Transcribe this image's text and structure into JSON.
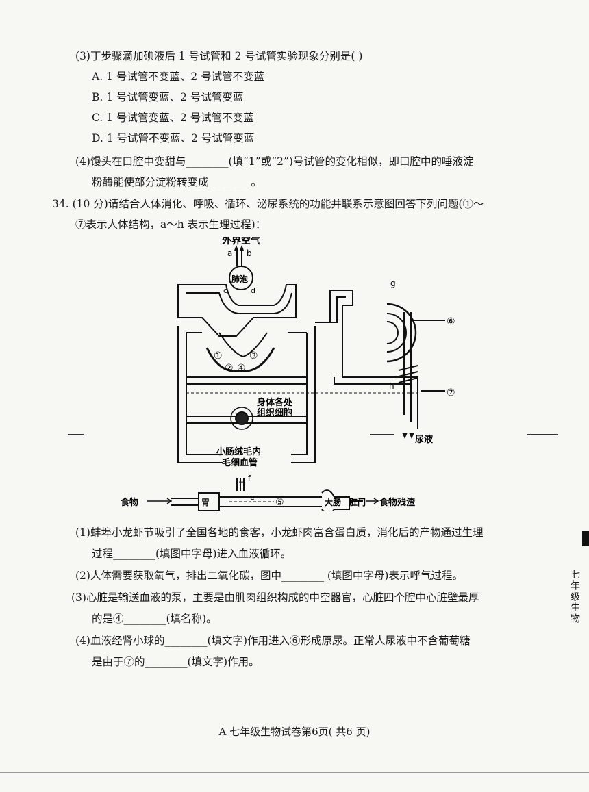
{
  "q3": {
    "stem": "(3)丁步骤滴加碘液后 1 号试管和 2 号试管实验现象分别是(      )",
    "optA": "A. 1 号试管不变蓝、2 号试管不变蓝",
    "optB": "B. 1 号试管变蓝、2 号试管变蓝",
    "optC": "C. 1 号试管变蓝、2 号试管不变蓝",
    "optD": "D. 1 号试管不变蓝、2 号试管变蓝"
  },
  "q4": {
    "line1": "(4)馒头在口腔中变甜与________(填“1”或“2”)号试管的变化相似，即口腔中的唾液淀",
    "line2": "粉酶能使部分淀粉转变成________。"
  },
  "q34": {
    "line1": "34. (10 分)请结合人体消化、呼吸、循环、泌尿系统的功能并联系示意图回答下列问题(①～",
    "line2": "⑦表示人体结构，a～h 表示生理过程)："
  },
  "diagram": {
    "outside_air": "外界空气",
    "alveoli": "肺泡",
    "tissue_cells_1": "身体各处",
    "tissue_cells_2": "组织细胞",
    "villi_1": "小肠绒毛内",
    "villi_2": "毛细血管",
    "food": "食物",
    "stomach": "胃",
    "large_intestine": "大肠",
    "anus": "肛门",
    "residue": "食物残渣",
    "urine": "尿液",
    "label_a": "a",
    "label_b": "b",
    "label_c": "c",
    "label_d": "d",
    "label_e": "e",
    "label_f": "f",
    "label_g": "g",
    "label_h": "h",
    "n1": "①",
    "n2": "②",
    "n3": "③",
    "n4": "④",
    "n5": "⑤",
    "n6": "⑥",
    "n7": "⑦"
  },
  "sub": {
    "s1a": "(1)蚌埠小龙虾节吸引了全国各地的食客，小龙虾肉富含蛋白质，消化后的产物通过生理",
    "s1b": "过程________(填图中字母)进入血液循环。",
    "s2": "(2)人体需要获取氧气，排出二氧化碳，图中________ (填图中字母)表示呼气过程。",
    "s3a": "(3)心脏是输送血液的泵，主要是由肌肉组织构成的中空器官，心脏四个腔中心脏壁最厚",
    "s3b": "的是④________(填名称)。",
    "s4a": "(4)血液经肾小球的________(填文字)作用进入⑥形成原尿。正常人尿液中不含葡萄糖",
    "s4b": "是由于⑦的________(填文字)作用。"
  },
  "footer": "A 七年级生物试卷第6页( 共6 页)",
  "side_label": "七年级生物"
}
